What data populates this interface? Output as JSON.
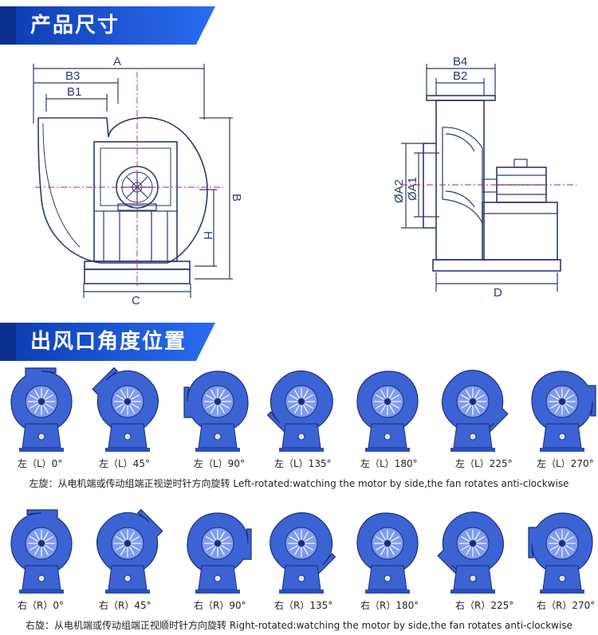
{
  "sections": {
    "size_title": "产品尺寸",
    "angle_title": "出风口角度位置"
  },
  "colors": {
    "accent": "#1f57d6",
    "accent_dark": "#0c3bb0",
    "drawing_line": "#2a3a6e",
    "dim_line": "#c51a6a",
    "fan_blue": "#3b63d4"
  },
  "dimensions": {
    "A": "A",
    "B3": "B3",
    "B1": "B1",
    "B": "B",
    "H": "H",
    "C": "C",
    "B4": "B4",
    "B2": "B2",
    "phiA2": "ØA2",
    "phiA1": "ØA1",
    "D": "D"
  },
  "left_rotation": {
    "items": [
      "左（L）0°",
      "左（L）45°",
      "左（L）90°",
      "左（L）135°",
      "左（L）180°",
      "左（L）225°",
      "左（L）270°"
    ],
    "angles": [
      0,
      45,
      90,
      135,
      180,
      225,
      270
    ],
    "caption": "左旋：从电机端或传动组端正视逆时针方向旋转  Left-rotated:watching the motor by side,the fan rotates anti-clockwise"
  },
  "right_rotation": {
    "items": [
      "右（R）0°",
      "右（R）45°",
      "右（R）90°",
      "右（R）135°",
      "右（R）180°",
      "右（R）225°",
      "右（R）270°"
    ],
    "angles": [
      0,
      45,
      90,
      135,
      180,
      225,
      270
    ],
    "caption": "右旋：从电机端或传动组端正视顺时针方向旋转  Right-rotated:watching the motor by side,the fan rotates anti-clockwise"
  }
}
